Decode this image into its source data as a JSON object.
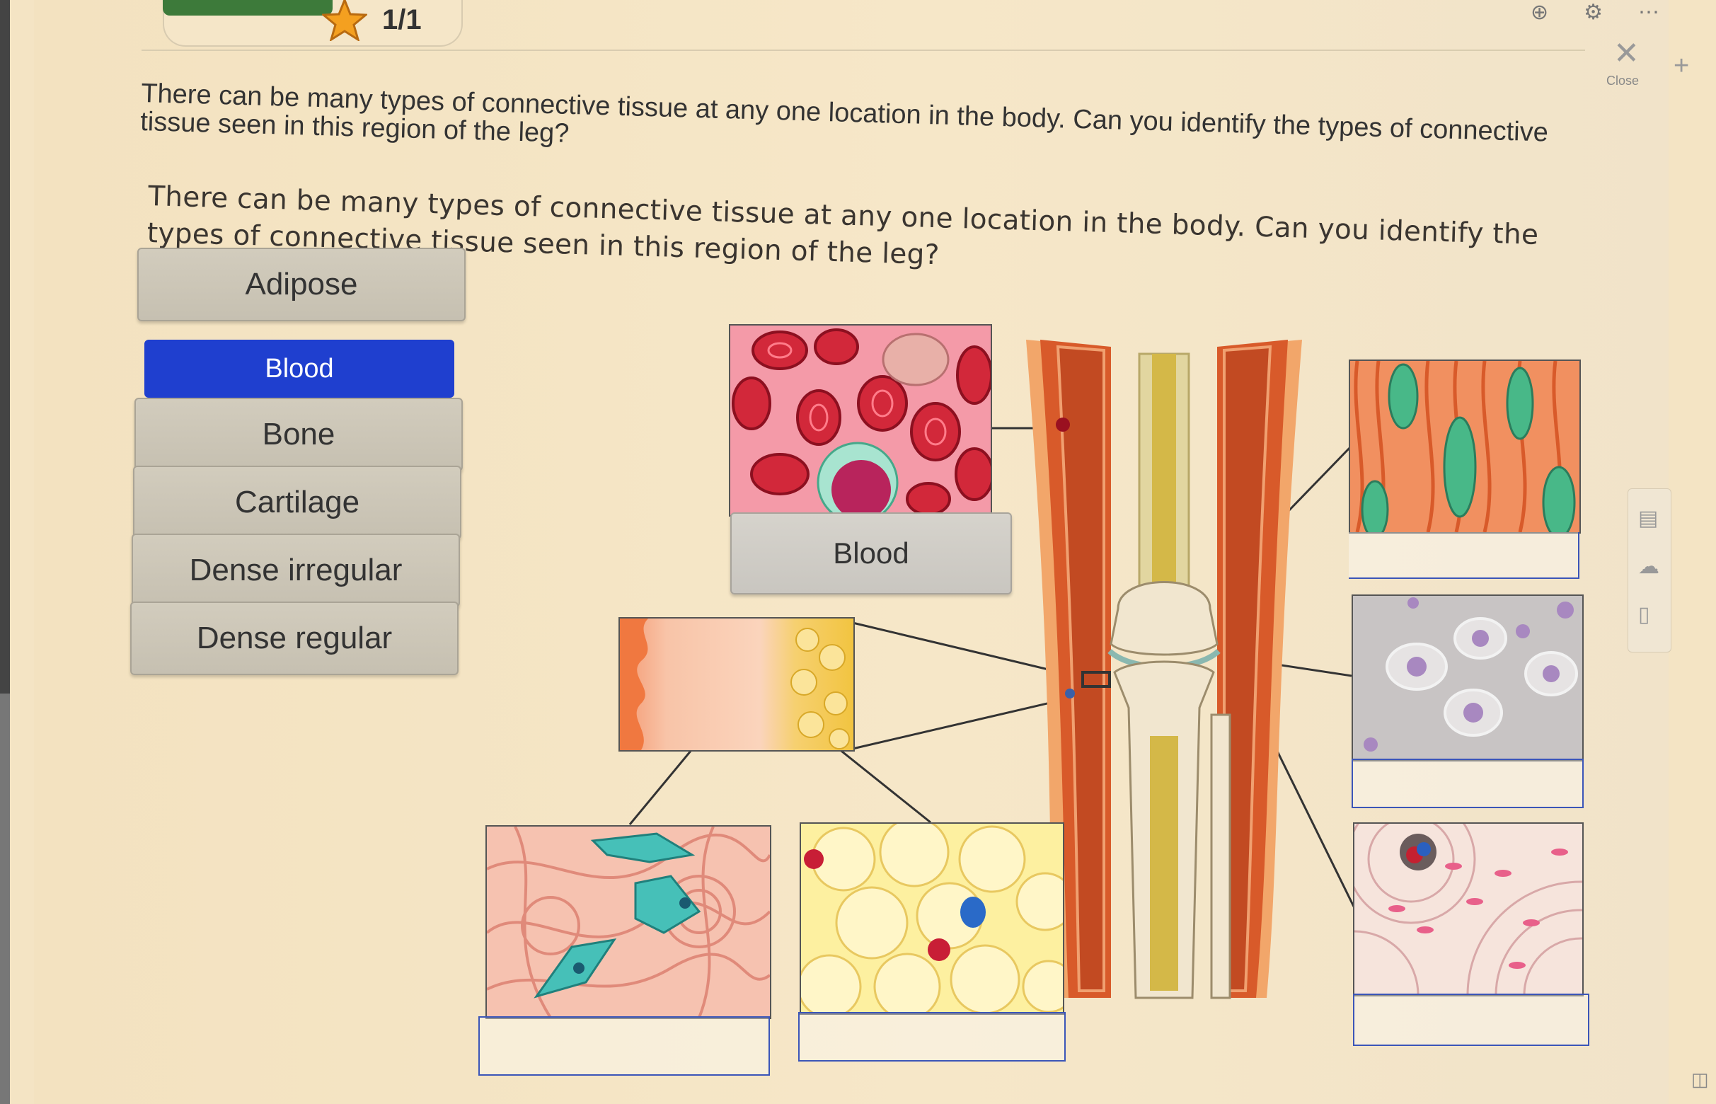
{
  "progress": {
    "text": "1/1",
    "value": 1.0
  },
  "window": {
    "close_label": "Close"
  },
  "header_question": "There can be many types of connective tissue at any one location in the body. Can you identify the types of connective tissue seen in this region of the leg?",
  "prompt": "There can be many types of connective tissue at any one location in the body. Can you identify the types of connective tissue seen in this region of the leg?",
  "word_bank": [
    {
      "label": "Adipose",
      "selected": false
    },
    {
      "label": "Blood",
      "selected": true
    },
    {
      "label": "Bone",
      "selected": false
    },
    {
      "label": "Cartilage",
      "selected": false
    },
    {
      "label": "Dense irregular",
      "selected": false
    },
    {
      "label": "Dense regular",
      "selected": false
    }
  ],
  "placed_labels": {
    "blood_tile": "Blood"
  },
  "icons": [
    "star-icon",
    "close-icon",
    "plus-icon",
    "notes-icon",
    "chat-icon",
    "clipboard-icon"
  ],
  "colors": {
    "selected_chip": "#1f3fcf",
    "progress_fill": "#3d7a3a",
    "star": "#f4a020"
  }
}
